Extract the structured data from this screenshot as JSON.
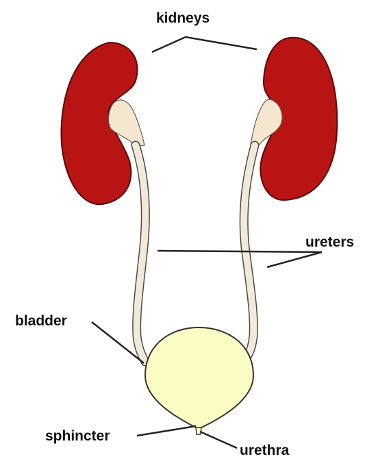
{
  "labels": {
    "kidneys": "kidneys",
    "ureters": "ureters",
    "bladder": "bladder",
    "sphincter": "sphincter",
    "urethra": "urethra"
  },
  "colors": {
    "kidney": "#b81414",
    "kidney_outline": "#5a0808",
    "renal_pelvis": "#f4e6cf",
    "ureter": "#f1ead8",
    "bladder": "#fbfbc4",
    "outline": "#333333",
    "leader_line": "#222222"
  }
}
